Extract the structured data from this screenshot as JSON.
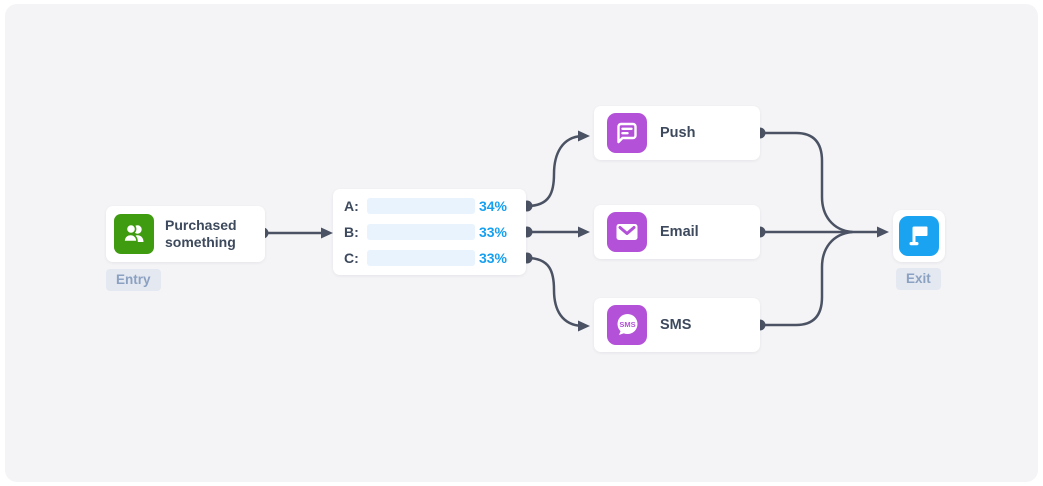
{
  "canvas": {
    "name": "journey-flow-canvas"
  },
  "colors": {
    "canvas_bg": "#f4f4f6",
    "card_bg": "#ffffff",
    "connector": "#4a5263",
    "text_dark": "#3d495c",
    "accent_blue": "#1aa3f0",
    "bar_track": "#e8f3fd",
    "entry_green": "#3f9b0f",
    "channel_purple": "#b351d8",
    "badge_bg": "#e4e8f0",
    "badge_text": "#8ba1c2"
  },
  "entry": {
    "title": "Purchased something",
    "badge": "Entry",
    "icon": "users-icon"
  },
  "split": {
    "rows": [
      {
        "label": "A:",
        "value": 34,
        "percent_label": "34%"
      },
      {
        "label": "B:",
        "value": 33,
        "percent_label": "33%"
      },
      {
        "label": "C:",
        "value": 33,
        "percent_label": "33%"
      }
    ]
  },
  "channels": [
    {
      "label": "Push",
      "icon": "push-message-icon"
    },
    {
      "label": "Email",
      "icon": "email-icon"
    },
    {
      "label": "SMS",
      "icon": "sms-bubble-icon",
      "icon_text": "SMS"
    }
  ],
  "exit": {
    "badge": "Exit",
    "icon": "flag-icon"
  }
}
